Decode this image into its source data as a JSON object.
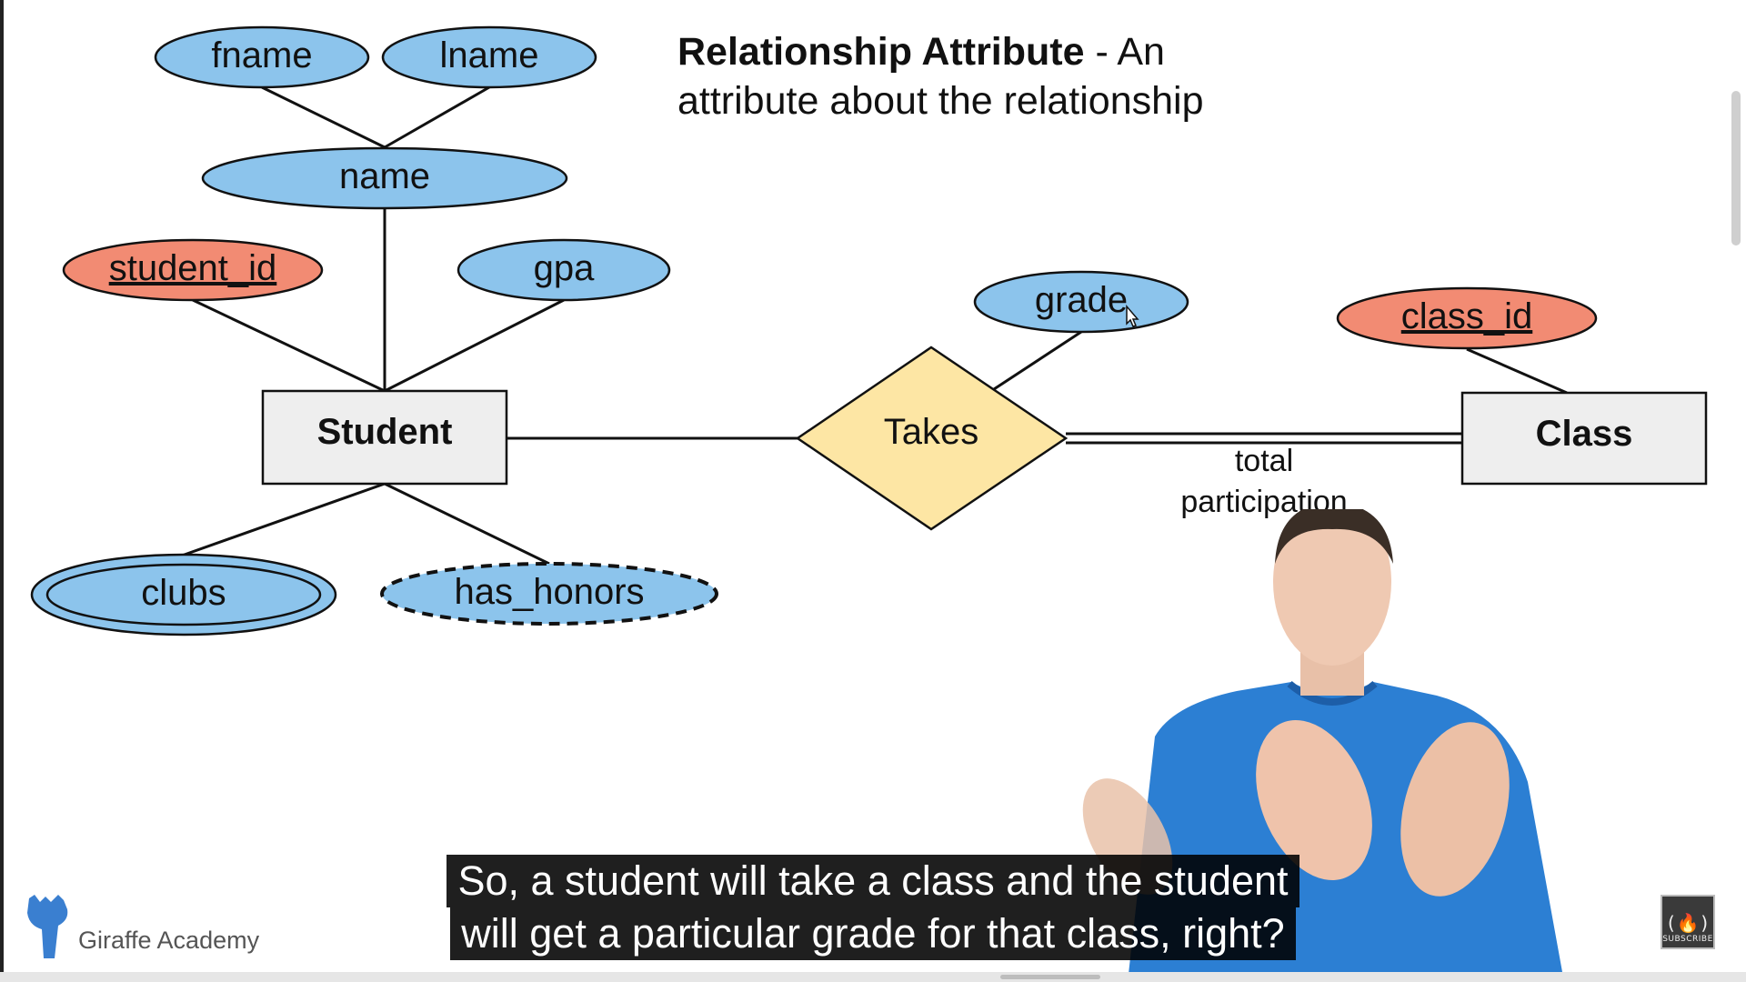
{
  "slide": {
    "title_bold": "Relationship Attribute",
    "title_rest": " - An attribute about the relationship"
  },
  "diagram": {
    "entities": {
      "student": "Student",
      "class": "Class"
    },
    "relationship": "Takes",
    "attributes": {
      "fname": "fname",
      "lname": "lname",
      "name": "name",
      "student_id": "student_id",
      "gpa": "gpa",
      "grade": "grade",
      "class_id": "class_id",
      "clubs": "clubs",
      "has_honors": "has_honors"
    },
    "participation_label": [
      "total",
      "participation"
    ]
  },
  "captions": [
    "So, a student will take a class and the student",
    "will get a particular grade for that class, right?"
  ],
  "branding": {
    "logo_text": "Giraffe Academy",
    "subscribe_badge_glyph": "(🔥)",
    "subscribe_label": "SUBSCRIBE"
  },
  "colors": {
    "attribute_blue": "#8cc4ec",
    "key_attribute_red": "#f28b73",
    "relationship_yellow": "#fde6a4",
    "entity_gray": "#eeeeee",
    "logo_blue": "#3a7fd0"
  },
  "icons": {
    "logo": "giraffe-icon",
    "badge": "freecodecamp-flame-icon",
    "cursor": "mouse-pointer-icon"
  }
}
